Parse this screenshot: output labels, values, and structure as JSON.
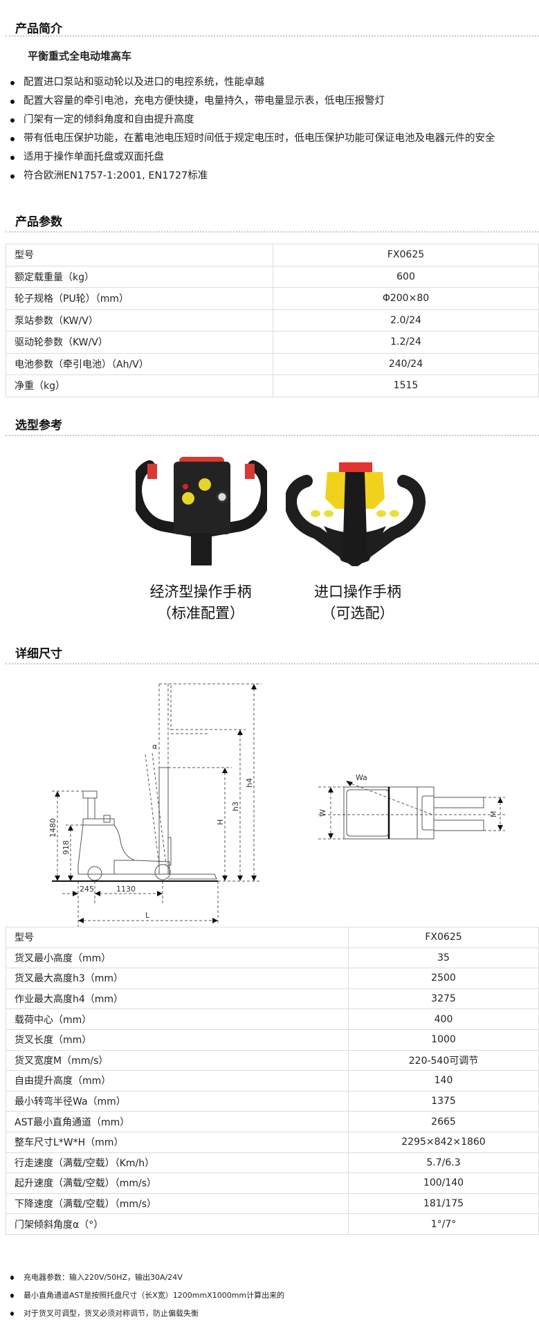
{
  "intro": {
    "heading": "产品简介",
    "subtitle": "平衡重式全电动堆高车",
    "bullets": [
      "配置进口泵站和驱动轮以及进口的电控系统，性能卓越",
      "配置大容量的牵引电池，充电方便快捷，电量持久，带电量显示表，低电压报警灯",
      "门架有一定的倾斜角度和自由提升高度",
      "带有低电压保护功能，在蓄电池电压短时间低于规定电压时，低电压保护功能可保证电池及电器元件的安全",
      "适用于操作单面托盘或双面托盘",
      "符合欧洲EN1757-1:2001, EN1727标准"
    ]
  },
  "params": {
    "heading": "产品参数",
    "rows": [
      [
        "型号",
        "FX0625"
      ],
      [
        "额定载重量（kg）",
        "600"
      ],
      [
        "轮子规格（PU轮）（mm）",
        "Φ200×80"
      ],
      [
        "泵站参数（KW/V）",
        "2.0/24"
      ],
      [
        "驱动轮参数（KW/V）",
        "1.2/24"
      ],
      [
        "电池参数（牵引电池）（Ah/V）",
        "240/24"
      ],
      [
        "净重（kg）",
        "1515"
      ]
    ]
  },
  "selection": {
    "heading": "选型参考",
    "options": [
      {
        "line1": "经济型操作手柄",
        "line2": "（标准配置）"
      },
      {
        "line1": "进口操作手柄",
        "line2": "（可选配）"
      }
    ]
  },
  "dimensions": {
    "heading": "详细尺寸",
    "diagram_labels": {
      "h1480": "1480",
      "h918": "918",
      "H": "H",
      "h3": "h3",
      "h4": "h4",
      "d245": "245",
      "d1130": "1130",
      "L": "L",
      "alpha": "α",
      "W": "W",
      "M": "M",
      "Wa": "Wa"
    },
    "rows": [
      [
        "型号",
        "FX0625"
      ],
      [
        "货叉最小高度（mm）",
        "35"
      ],
      [
        "货叉最大高度h3（mm）",
        "2500"
      ],
      [
        "作业最大高度h4（mm）",
        "3275"
      ],
      [
        "载荷中心（mm）",
        "400"
      ],
      [
        "货叉长度（mm）",
        "1000"
      ],
      [
        "货叉宽度M（mm/s）",
        "220-540可调节"
      ],
      [
        "自由提升高度（mm）",
        "140"
      ],
      [
        "最小转弯半径Wa（mm）",
        "1375"
      ],
      [
        "AST最小直角通道（mm）",
        "2665"
      ],
      [
        "整车尺寸L*W*H（mm）",
        "2295×842×1860"
      ],
      [
        "行走速度（满载/空载）（Km/h）",
        "5.7/6.3"
      ],
      [
        "起升速度（满载/空载）（mm/s）",
        "100/140"
      ],
      [
        "下降速度（满载/空载）（mm/s）",
        "181/175"
      ],
      [
        "门架倾斜角度α（°）",
        "1°/7°"
      ]
    ]
  },
  "notes": [
    "充电器参数：输入220V/50HZ，输出30A/24V",
    "最小直角通道AST是按照托盘尺寸（长X宽）1200mmX1000mm计算出来的",
    "对于货叉可调型，货叉必须对称调节，防止偏载失衡"
  ]
}
